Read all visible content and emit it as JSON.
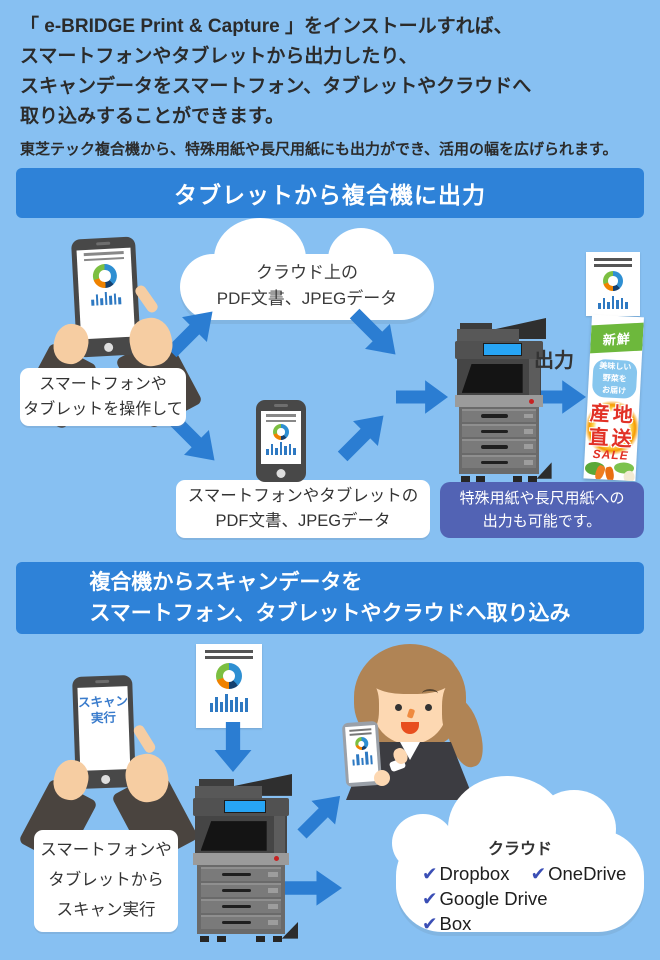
{
  "colors": {
    "background": "#87c0f2",
    "banner_blue": "#2e82d8",
    "arrow_blue": "#2b7dd2",
    "note_indigo": "#5263b4",
    "printer_screen_blue": "#27a5f5"
  },
  "intro": {
    "line1": "「 e-BRIDGE Print & Capture 」をインストールすれば、",
    "line2": "スマートフォンやタブレットから出力したり、",
    "line3": "スキャンデータをスマートフォン、タブレットやクラウドへ",
    "line4": "取り込みすることができます。",
    "note": "東芝テック複合機から、特殊用紙や長尺用紙にも出力ができ、活用の幅を広げられます。"
  },
  "section1": {
    "title": "タブレットから複合機に出力",
    "cloud": {
      "line1": "クラウド上の",
      "line2": "PDF文書、JPEGデータ"
    },
    "operate_label": {
      "line1": "スマートフォンや",
      "line2": "タブレットを操作して"
    },
    "device_label": {
      "line1": "スマートフォンやタブレットの",
      "line2": "PDF文書、JPEGデータ"
    },
    "output_label": "出力",
    "note": {
      "line1": "特殊用紙や長尺用紙への",
      "line2": "出力も可能です。"
    },
    "poster": {
      "fresh": "新鮮",
      "copy1": "美味しい",
      "copy2": "野菜を",
      "copy3": "お届け",
      "main1": "産地",
      "main2": "直送",
      "sale": "SALE"
    }
  },
  "section2": {
    "title1": "複合機からスキャンデータを",
    "title2": "スマートフォン、タブレットやクラウドへ取り込み",
    "phone_screen": {
      "line1": "スキャン",
      "line2": "実行"
    },
    "scan_label": {
      "line1": "スマートフォンや",
      "line2": "タブレットから",
      "line3": "スキャン実行"
    },
    "cloud": {
      "title": "クラウド",
      "check": "✔",
      "services": [
        "Dropbox",
        "OneDrive",
        "Google Drive",
        "Box"
      ]
    }
  }
}
